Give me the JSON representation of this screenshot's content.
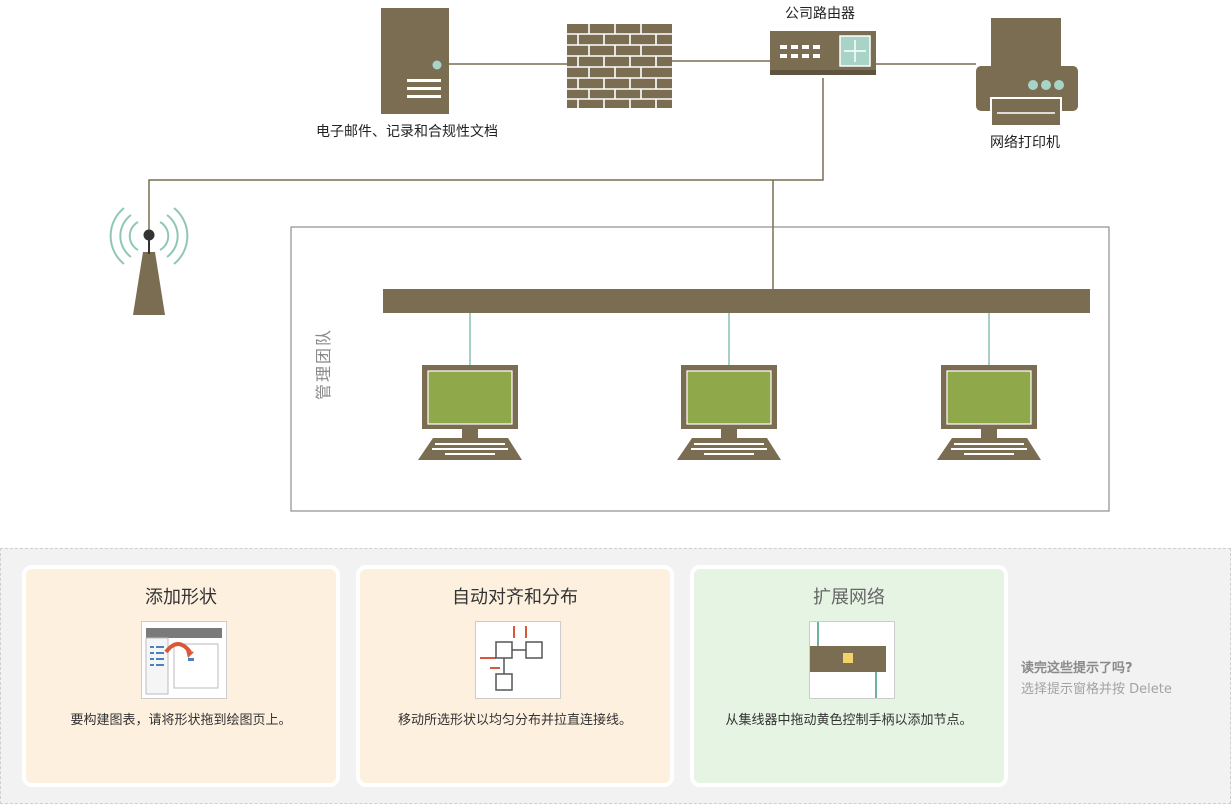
{
  "diagram": {
    "nodes": {
      "server_label": "电子邮件、记录和合规性文档",
      "router_label": "公司路由器",
      "printer_label": "网络打印机",
      "group_label": "管理团队"
    },
    "colors": {
      "equipment": "#7a6d52",
      "screen": "#8fa84a",
      "wire": "#7a6d52",
      "hub_drop": "#6fb1a0",
      "signal": "#8fc7b7",
      "led": "#a8d4c8"
    }
  },
  "tips": {
    "cards": [
      {
        "title": "添加形状",
        "description": "要构建图表，请将形状拖到绘图页上。",
        "bg": "#fdf0df"
      },
      {
        "title": "自动对齐和分布",
        "description": "移动所选形状以均匀分布并拉直连接线。",
        "bg": "#fdf0df"
      },
      {
        "title": "扩展网络",
        "description": "从集线器中拖动黄色控制手柄以添加节点。",
        "bg": "#e6f4e3"
      }
    ],
    "hint_question": "读完这些提示了吗?",
    "hint_action": "选择提示窗格并按 Delete"
  }
}
